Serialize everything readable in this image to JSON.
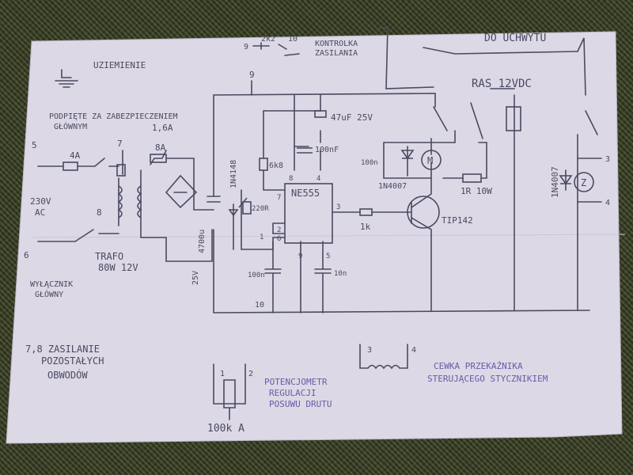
{
  "colors": {
    "pencil": "#4a4a60",
    "pen": "#6a5aa8",
    "paper": "#ddd8e6"
  },
  "labels": {
    "ground": "UZIEMIENIE",
    "indicator": "KONTROLKA",
    "indicator2": "ZASILANIA",
    "r2k2": "2k2",
    "n9a": "9",
    "n10a": "10",
    "to_holder": "DO UCHWYTU",
    "relay": "RAS 12VDC",
    "after_fuse": "PODPIĘTE ZA ZABEZPIECZENIEM",
    "after_fuse2": "GŁÓWNYM",
    "f16": "1,6A",
    "n5": "5",
    "n7": "7",
    "f4": "4A",
    "f8": "8A",
    "n9": "9",
    "cap47": "47uF 25V",
    "cap100n": "100nF",
    "r6k8": "6k8",
    "d1n4148": "1N4148",
    "r220": "220R",
    "ne555": "NE555",
    "p8": "8",
    "p4": "4",
    "p7": "7",
    "p3": "3",
    "p2": "2",
    "p6": "6",
    "p1": "1",
    "p9": "9",
    "p5": "5",
    "cap100nb": "100n",
    "d1n4007a": "1N4007",
    "motor": "M",
    "r1r": "1R 10W",
    "tip": "TIP142",
    "r1k": "1k",
    "v230": "230V",
    "ac": "AC",
    "n8": "8",
    "n6": "6",
    "trafo": "TRAFO",
    "trafo2": "80W 12V",
    "cap4700": "4700u",
    "v25": "25V",
    "cap100": "100n",
    "cap10n": "10n",
    "n10": "10",
    "d1n4007b": "1N4007",
    "z": "Z",
    "n3r": "3",
    "n4r": "4",
    "main_switch": "WYŁĄCZNIK",
    "main_switch2": "GŁÓWNY",
    "supply": "7,8  ZASILANIE",
    "supply2": "POZOSTAŁYCH",
    "supply3": "OBWODÓW",
    "n3c": "3",
    "n4c": "4",
    "coil": "CEWKA PRZEKAŹNIKA",
    "coil2": "STERUJĄCEGO STYCZNIKIEM",
    "pot1": "1",
    "pot2": "2",
    "pot_label": "POTENCJOMETR",
    "pot_label2": "REGULACJI",
    "pot_label3": "POSUWU DRUTU",
    "pot_value": "100k A"
  }
}
